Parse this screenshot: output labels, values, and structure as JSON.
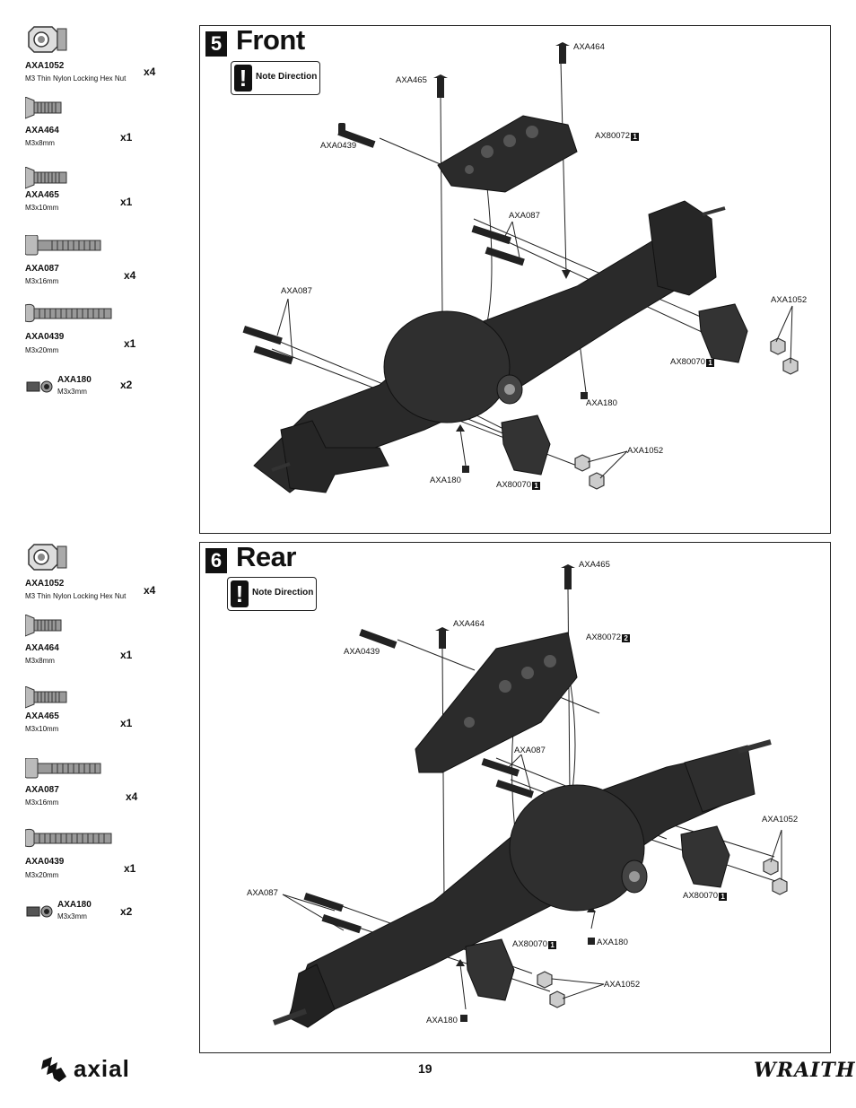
{
  "page_number": "19",
  "brand_logo": "axial",
  "product_logo": "WRAITH",
  "note_direction": "Note Direction",
  "steps": [
    {
      "number": "5",
      "title": "Front",
      "parts": [
        {
          "code": "AXA1052",
          "desc": "M3 Thin Nylon Locking Hex Nut",
          "qty": "x4",
          "icon": "hex-nut-icon"
        },
        {
          "code": "AXA464",
          "desc": "M3x8mm",
          "qty": "x1",
          "icon": "screw-icon"
        },
        {
          "code": "AXA465",
          "desc": "M3x10mm",
          "qty": "x1",
          "icon": "screw-icon"
        },
        {
          "code": "AXA087",
          "desc": "M3x16mm",
          "qty": "x4",
          "icon": "cap-screw-icon"
        },
        {
          "code": "AXA0439",
          "desc": "M3x20mm",
          "qty": "x1",
          "icon": "button-screw-icon"
        },
        {
          "code": "AXA180",
          "desc": "M3x3mm",
          "qty": "x2",
          "icon": "set-screw-icon"
        }
      ],
      "callouts": [
        {
          "text": "AXA464",
          "badge": ""
        },
        {
          "text": "AXA465",
          "badge": ""
        },
        {
          "text": "AX80072",
          "badge": "1"
        },
        {
          "text": "AXA0439",
          "badge": ""
        },
        {
          "text": "AXA087",
          "badge": ""
        },
        {
          "text": "AXA087",
          "badge": ""
        },
        {
          "text": "AXA1052",
          "badge": ""
        },
        {
          "text": "AX80070",
          "badge": "1"
        },
        {
          "text": "AXA180",
          "badge": ""
        },
        {
          "text": "AXA1052",
          "badge": ""
        },
        {
          "text": "AXA180",
          "badge": ""
        },
        {
          "text": "AX80070",
          "badge": "1"
        }
      ]
    },
    {
      "number": "6",
      "title": "Rear",
      "parts": [
        {
          "code": "AXA1052",
          "desc": "M3 Thin Nylon Locking Hex Nut",
          "qty": "x4",
          "icon": "hex-nut-icon"
        },
        {
          "code": "AXA464",
          "desc": "M3x8mm",
          "qty": "x1",
          "icon": "screw-icon"
        },
        {
          "code": "AXA465",
          "desc": "M3x10mm",
          "qty": "x1",
          "icon": "screw-icon"
        },
        {
          "code": "AXA087",
          "desc": "M3x16mm",
          "qty": "x4",
          "icon": "cap-screw-icon"
        },
        {
          "code": "AXA0439",
          "desc": "M3x20mm",
          "qty": "x1",
          "icon": "button-screw-icon"
        },
        {
          "code": "AXA180",
          "desc": "M3x3mm",
          "qty": "x2",
          "icon": "set-screw-icon"
        }
      ],
      "callouts": [
        {
          "text": "AXA465",
          "badge": ""
        },
        {
          "text": "AXA464",
          "badge": ""
        },
        {
          "text": "AX80072",
          "badge": "2"
        },
        {
          "text": "AXA0439",
          "badge": ""
        },
        {
          "text": "AXA087",
          "badge": ""
        },
        {
          "text": "AXA1052",
          "badge": ""
        },
        {
          "text": "AXA087",
          "badge": ""
        },
        {
          "text": "AX80070",
          "badge": "1"
        },
        {
          "text": "AX80070",
          "badge": "1"
        },
        {
          "text": "AXA180",
          "badge": ""
        },
        {
          "text": "AXA1052",
          "badge": ""
        },
        {
          "text": "AXA180",
          "badge": ""
        }
      ]
    }
  ]
}
